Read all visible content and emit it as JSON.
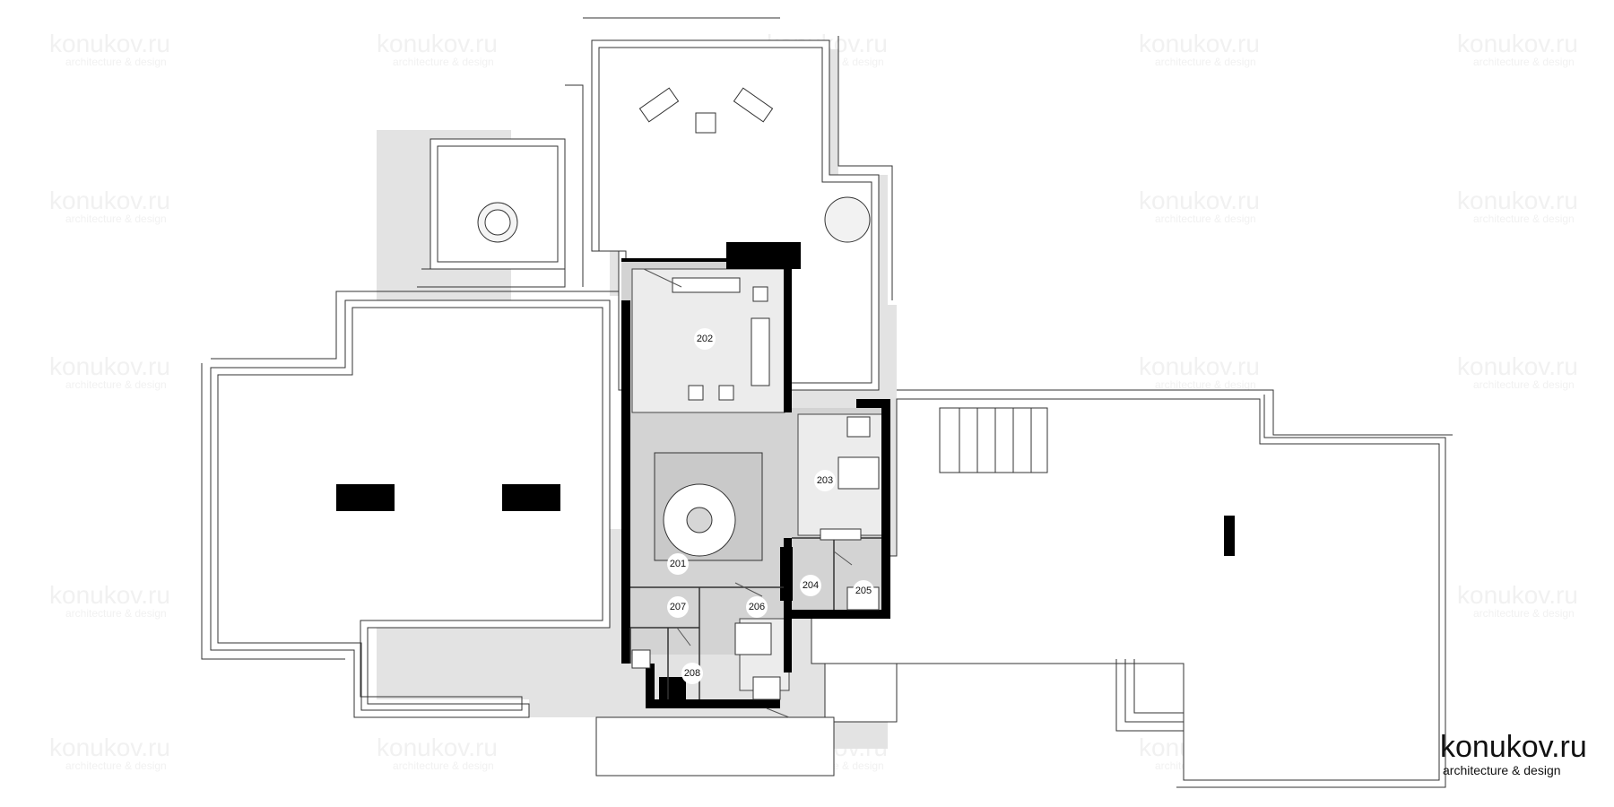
{
  "brand": {
    "name": "konukov.ru",
    "tagline": "architecture & design"
  },
  "watermark": {
    "name": "konukov.ru",
    "tagline": "architecture & design"
  },
  "rooms": [
    {
      "id": "room-201",
      "label": "201"
    },
    {
      "id": "room-202",
      "label": "202"
    },
    {
      "id": "room-203",
      "label": "203"
    },
    {
      "id": "room-204",
      "label": "204"
    },
    {
      "id": "room-205",
      "label": "205"
    },
    {
      "id": "room-206",
      "label": "206"
    },
    {
      "id": "room-207",
      "label": "207"
    },
    {
      "id": "room-208",
      "label": "208"
    }
  ],
  "colors": {
    "wall": "#000000",
    "floor": "#d3d3d3",
    "shadow": "#e0e0e0",
    "line": "#333333",
    "background": "#ffffff"
  }
}
